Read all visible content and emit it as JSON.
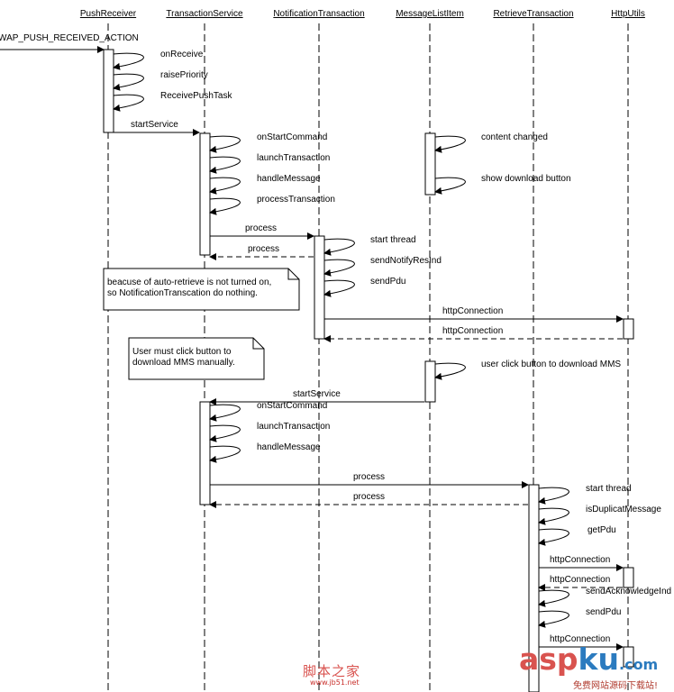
{
  "lifelines": [
    {
      "name": "PushReceiver"
    },
    {
      "name": "TransactionService"
    },
    {
      "name": "NotificationTransaction"
    },
    {
      "name": "MessageListItem"
    },
    {
      "name": "RetrieveTransaction"
    },
    {
      "name": "HttpUtils"
    }
  ],
  "messages": {
    "wap_push": "WAP_PUSH_RECEIVED_ACTION",
    "on_receive": "onReceive",
    "raise_priority": "raisePriority",
    "receive_push_task": "ReceivePushTask",
    "start_service": "startService",
    "on_start_command": "onStartCommand",
    "launch_transaction": "launchTransaction",
    "handle_message": "handleMessage",
    "process_transaction": "processTransaction",
    "content_changed": "content changed",
    "show_download_button": "show download button",
    "process": "process",
    "start_thread": "start thread",
    "send_notify_res_ind": "sendNotifyResInd",
    "send_pdu": "sendPdu",
    "http_connection": "httpConnection",
    "user_click": "user click button to download MMS",
    "is_duplicat_message": "isDuplicatMessage",
    "get_pdu": "getPdu",
    "send_acknowledge_ind": "sendAcknowledgeInd"
  },
  "notes": {
    "auto_retrieve": [
      "beacuse of auto-retrieve is not turned on,",
      "so NotificationTranscation do nothing."
    ],
    "user_must_click": [
      "User must click button to",
      "download MMS manually."
    ]
  },
  "watermark": {
    "cn": "脚本之家",
    "url": "www.jb51.net",
    "asp": "asp",
    "ku": "ku",
    "com": ".com",
    "cn2": "免费网站源码下载站!"
  }
}
